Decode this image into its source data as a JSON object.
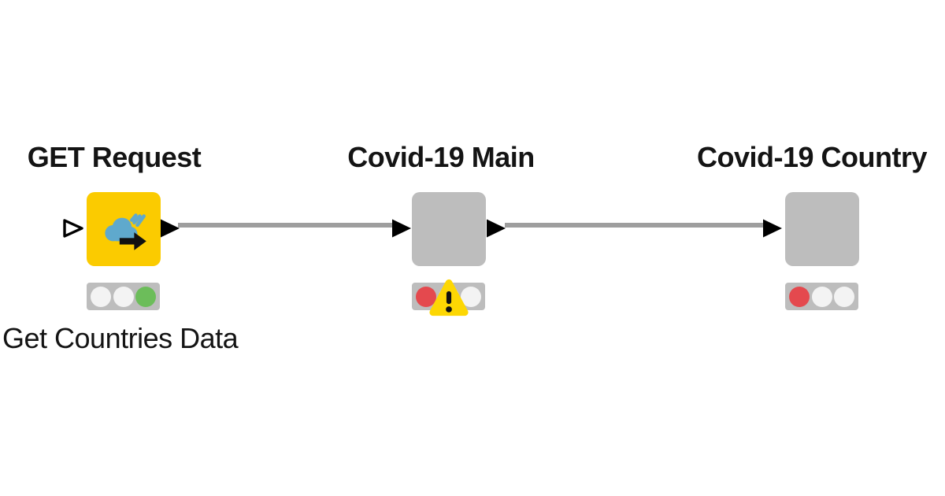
{
  "workflow": {
    "nodes": [
      {
        "title": "GET Request",
        "label": "Get Countries Data",
        "icon": "cloud-upload-arrow-icon",
        "body_color": "#FBCB00",
        "input_port": "hollow-triangle",
        "output_port": "filled-triangle",
        "status_lights": [
          "off",
          "off",
          "green"
        ],
        "warning": false
      },
      {
        "title": "Covid-19 Main",
        "label": "",
        "icon": "none",
        "body_color": "#BDBDBD",
        "input_port": "filled-triangle",
        "output_port": "filled-triangle",
        "status_lights": [
          "red",
          "off",
          "off"
        ],
        "warning": true
      },
      {
        "title": "Covid-19 Country",
        "label": "",
        "icon": "none",
        "body_color": "#BDBDBD",
        "input_port": "filled-triangle",
        "output_port": "none",
        "status_lights": [
          "red",
          "off",
          "off"
        ],
        "warning": false
      }
    ],
    "connections": [
      {
        "from": "GET Request",
        "to": "Covid-19 Main"
      },
      {
        "from": "Covid-19 Main",
        "to": "Covid-19 Country"
      }
    ],
    "colors": {
      "canvas_background": "#FFFFFF",
      "node_yellow": "#FBCB00",
      "node_gray": "#BDBDBD",
      "traffic_bar": "#BDBDBD",
      "light_off": "#F3F3F3",
      "light_green": "#6CBD5A",
      "light_red": "#E4494E",
      "wire_gray": "#9E9E9E",
      "warning_yellow": "#FDD703",
      "icon_blue": "#5FA9CD",
      "text": "#141414"
    }
  }
}
